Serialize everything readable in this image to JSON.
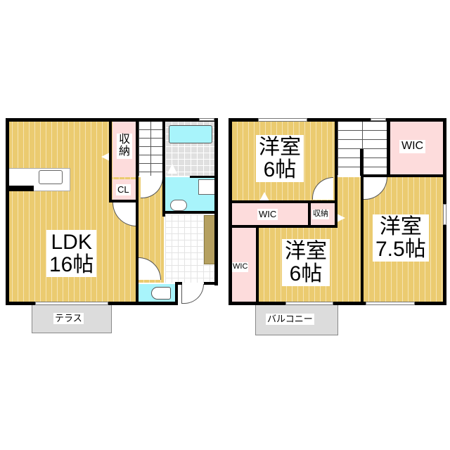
{
  "floor1": {
    "ldk": {
      "label": "LDK\n16帖"
    },
    "storage": {
      "label": "収\n納"
    },
    "closet": {
      "label": "CL"
    },
    "terrace": {
      "label": "テラス"
    }
  },
  "floor2": {
    "room_a": {
      "label": "洋室\n6帖"
    },
    "room_b": {
      "label": "洋室\n6帖"
    },
    "room_c": {
      "label": "洋室\n7.5帖"
    },
    "wic_top_right": {
      "label": "WIC"
    },
    "wic_middle": {
      "label": "WIC"
    },
    "wic_left": {
      "label": "WIC"
    },
    "storage": {
      "label": "収納"
    },
    "balcony": {
      "label": "バルコニー"
    }
  },
  "colors": {
    "floor": "#ebcb70",
    "closet": "#fddcdc",
    "wet_area": "#a8f4fb",
    "wall": "#000000",
    "exterior": "#dcdcdc",
    "shoe_box": "#b5a060"
  }
}
